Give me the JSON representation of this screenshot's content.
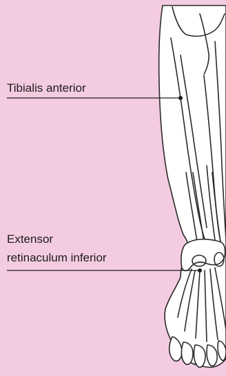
{
  "labels": {
    "tibialis_anterior": "Tibialis anterior",
    "extensor_line1": "Extensor",
    "extensor_line2": "retinaculum inferior"
  },
  "colors": {
    "background": "#f4cce1",
    "line": "#1c1c1c",
    "outline": "#2a2a2a",
    "fill": "#ffffff"
  }
}
